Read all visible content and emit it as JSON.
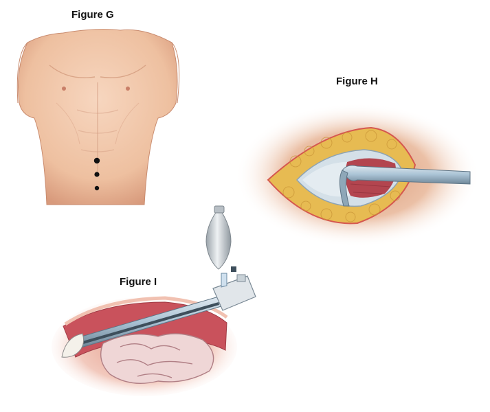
{
  "figures": {
    "g": {
      "label": "Figure G",
      "subject": "abdomen-torso",
      "port_sites": 3
    },
    "h": {
      "label": "Figure H",
      "subject": "open-incision-with-retractor"
    },
    "i": {
      "label": "Figure I",
      "subject": "trocar-with-insufflation-bulb"
    }
  },
  "colors": {
    "skin": "#f0c3a3",
    "skin_shadow": "#d9987a",
    "fat": "#e7bb52",
    "muscle": "#b3454f",
    "metal": "#a9c2d4",
    "port_dot": "#111111"
  }
}
